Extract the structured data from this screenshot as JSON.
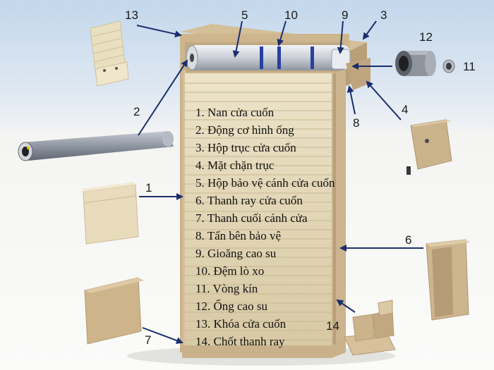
{
  "legend": [
    "1. Nan cửa cuốn",
    "2. Động cơ hình ống",
    "3. Hộp trục cửa cuốn",
    "4. Mặt chặn trục",
    "5. Hộp bảo vệ cánh cửa cuốn",
    "6. Thanh ray cửa cuốn",
    "7. Thanh cuối cánh cửa",
    "8. Tấn bên bảo vệ",
    "9. Gioăng cao su",
    "10. Đệm lò xo",
    "11. Vòng kín",
    "12. Ống cao su",
    "13. Khóa cửa cuốn",
    "14. Chốt thanh ray"
  ],
  "callouts": {
    "n1": "1",
    "n2": "2",
    "n3": "3",
    "n4": "4",
    "n5": "5",
    "n6": "6",
    "n7": "7",
    "n8": "8",
    "n9": "9",
    "n10": "10",
    "n11": "11",
    "n12": "12",
    "n13": "13",
    "n14": "14"
  },
  "colors": {
    "arrow": "#1b2f6e",
    "slat": "#e3d7ba",
    "frame": "#cdb793",
    "motor": "#9aa1ab"
  }
}
